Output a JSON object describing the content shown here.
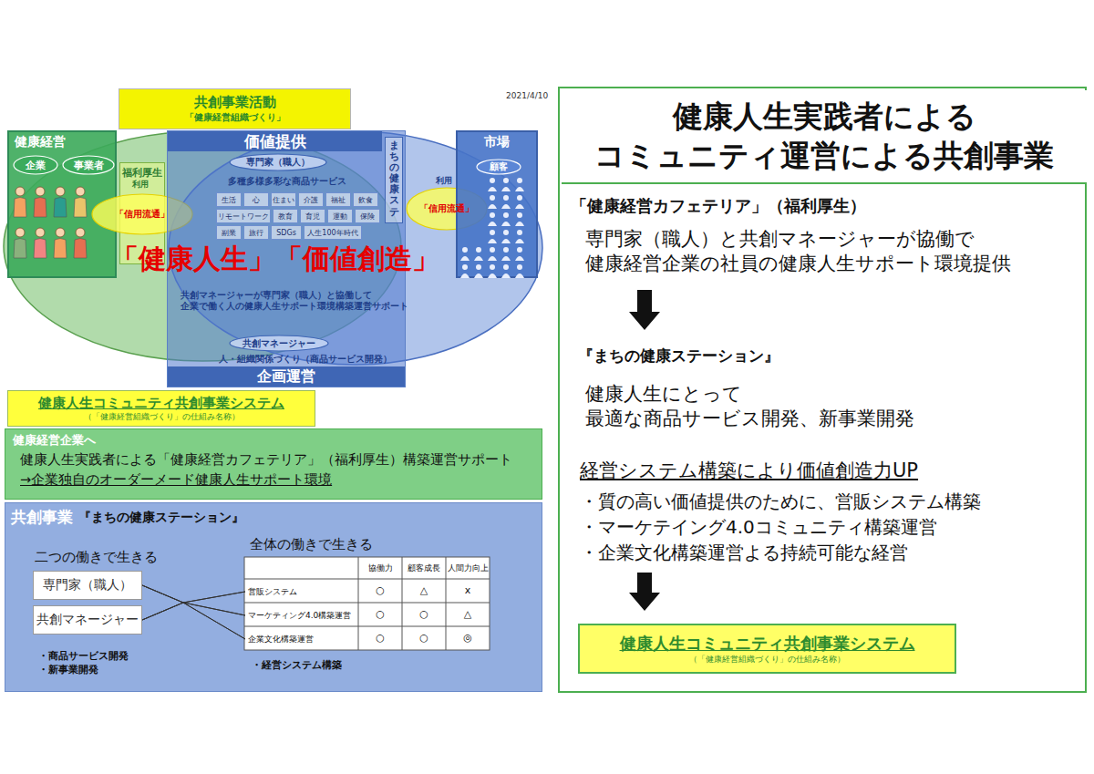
{
  "diagram": {
    "nodes": [
      {
        "text": [
          "共創事業活動",
          "「健康経営組織づくり」"
        ]
      },
      {
        "text": [
          "健康経営"
        ]
      },
      {
        "text": [
          "企業"
        ],
        "in": 1
      },
      {
        "text": [
          "事業者"
        ],
        "in": 1
      },
      {
        "text": [
          "福利厚生"
        ]
      },
      {
        "text": [
          "「信用流通」"
        ]
      },
      {
        "text": [
          "価値提供",
          "企画運営"
        ]
      },
      {
        "text": [
          "専門家（職人）"
        ],
        "in": 6
      },
      {
        "text": [
          "生活"
        ],
        "in": 6
      },
      {
        "text": [
          "心"
        ],
        "in": 6
      },
      {
        "text": [
          "住まい"
        ],
        "in": 6
      },
      {
        "text": [
          "介護"
        ],
        "in": 6
      },
      {
        "text": [
          "福祉"
        ],
        "in": 6
      },
      {
        "text": [
          "飲食"
        ],
        "in": 6
      },
      {
        "text": [
          "リモートワーク"
        ],
        "in": 6
      },
      {
        "text": [
          "教育"
        ],
        "in": 6
      },
      {
        "text": [
          "育児"
        ],
        "in": 6
      },
      {
        "text": [
          "運動"
        ],
        "in": 6
      },
      {
        "text": [
          "保険"
        ],
        "in": 6
      },
      {
        "text": [
          "副業"
        ],
        "in": 6
      },
      {
        "text": [
          "旅行"
        ],
        "in": 6
      },
      {
        "text": [
          "SDGs"
        ],
        "in": 6
      },
      {
        "text": [
          "人生100年時代"
        ],
        "in": 6
      },
      {
        "text": [
          "まちの健康ステ"
        ],
        "in": 6
      },
      {
        "text": [
          "共創マネージャー"
        ],
        "in": 6
      },
      {
        "text": [
          "「信用流通」"
        ]
      },
      {
        "text": [
          "市場"
        ]
      },
      {
        "text": [
          "顧客"
        ],
        "in": 26
      },
      {
        "text": [
          "健康人生コミュニティ共創事業システム",
          "（「健康経営組織づくり」の仕組み名称）"
        ]
      },
      {
        "text": [
          "健康経営企業へ",
          "健康人生実践者による「健康経営カフェテリア」（福利厚生）構築運営サポート",
          "→企業独自のオーダーメード健康人生サポート環境"
        ]
      },
      {
        "text": [
          "共創事業",
          "『まちの健康ステーション』",
          "二つの働きで生きる",
          "全体の働きで生きる",
          "・商品サービス開発",
          "・新事業開発",
          "・経営システム構築"
        ]
      },
      {
        "text": [
          "専門家（職人）"
        ],
        "in": 30
      },
      {
        "text": [
          "共創マネージャー"
        ],
        "in": 30
      },
      {
        "text": [
          "営販システム"
        ],
        "in": 30
      },
      {
        "text": [
          "マーケティング4.0構築運営"
        ],
        "in": 30
      },
      {
        "text": [
          "企業文化構築運営"
        ],
        "in": 30
      },
      {
        "text": [
          "「健康経営カフェテリア」（福利厚生）",
          "専門家（職人）と共創マネージャーが協働で 健康経営企業の社員の健康人生サポート環境提供",
          "『まちの健康ステーション』",
          "健康人生にとって 最適な商品サービス開発、新事業開発",
          "経営システム構築により価値創造力UP",
          "・質の高い価値提供のために、営販システム構築",
          "・マーケテイング4.0コミュニティ構築運営",
          "・企業文化構築運営よる持続可能な経営"
        ]
      },
      {
        "text": [
          "健康人生実践者による コミュニティ運営による共創事業"
        ],
        "in": 36
      },
      {
        "text": [
          "健康人生コミュニティ共創事業システム",
          "（「健康経営組織づくり」の仕組み名称）"
        ],
        "in": 36
      }
    ],
    "edges": [
      {
        "from": 31,
        "to": 33,
        "arrow": "none"
      },
      {
        "from": 31,
        "to": 34,
        "arrow": "none"
      },
      {
        "from": 31,
        "to": 35,
        "arrow": "none"
      },
      {
        "from": 32,
        "to": 33,
        "arrow": "none"
      },
      {
        "from": 32,
        "to": 34,
        "arrow": "none"
      },
      {
        "from": 32,
        "to": 35,
        "arrow": "none"
      }
    ],
    "labels": [
      "2021/4/10",
      "利用",
      "利用",
      "多種多様多彩な商品サービス",
      "「健康人生」「価値創造」",
      "共創マネージャーが専門家（職人）と協働して 企業で働く人の健康人生サポート環境構築運営サポート",
      "人・組織関係づくり（商品サービス開発）",
      "協働力",
      "顧客成長",
      "人間力向上",
      "○",
      "△",
      "x",
      "○",
      "○",
      "△",
      "○",
      "○",
      "◎"
    ]
  }
}
